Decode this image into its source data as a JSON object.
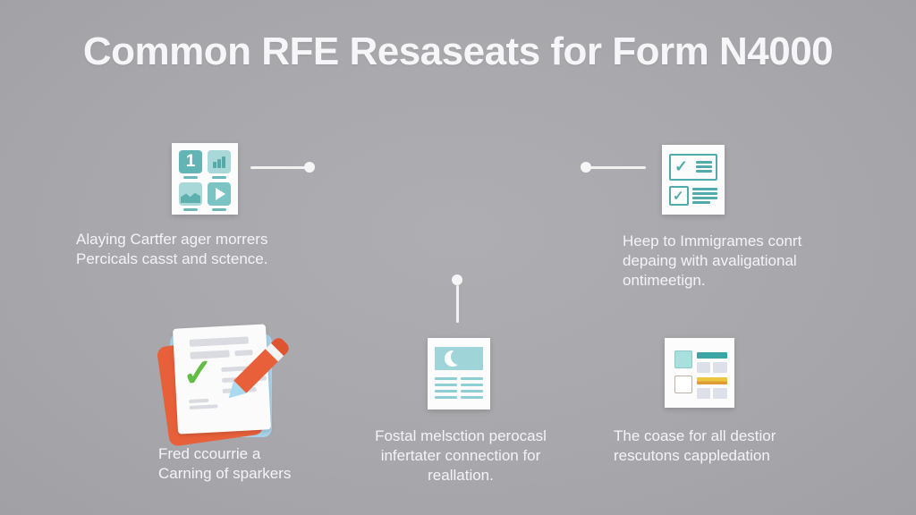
{
  "title": "Common RFE Resaseats for Form N4000",
  "captions": {
    "top_left": [
      "Alaying Cartfer ager morrers",
      "Percicals casst and sctence."
    ],
    "top_right": [
      "Heep to Immigrames conrt",
      "depaing with avaligational",
      "ontimeetign."
    ],
    "bottom_left": [
      "Fred ccourrie a",
      "Carning of sparkers"
    ],
    "bottom_middle": [
      "Fostal melsction perocasl",
      "infertater connection for",
      "reallation."
    ],
    "bottom_right": [
      "The coase for all destior",
      "rescutons cappledation"
    ]
  },
  "icons": {
    "dashboard_tiles": {
      "label": "dashboard-tiles-icon",
      "tile_number": "1"
    },
    "checklist": {
      "label": "checklist-icon"
    },
    "clipboard_pencil": {
      "label": "clipboard-pencil-icon"
    },
    "moon_document": {
      "label": "moon-document-icon"
    },
    "layout_document": {
      "label": "layout-document-icon"
    }
  },
  "glyphs": {
    "check": "✓"
  },
  "colors": {
    "background": "#a8a8ac",
    "card": "#fcfcfd",
    "teal": "#52abab",
    "teal_light": "#a9d8d8",
    "orange": "#e8603a",
    "green": "#62bc46",
    "light_blue": "#a7d2e9",
    "yellow": "#eac73e",
    "amber": "#df9b35",
    "connector": "#f2f2f2",
    "text": "#f4f4f6"
  }
}
